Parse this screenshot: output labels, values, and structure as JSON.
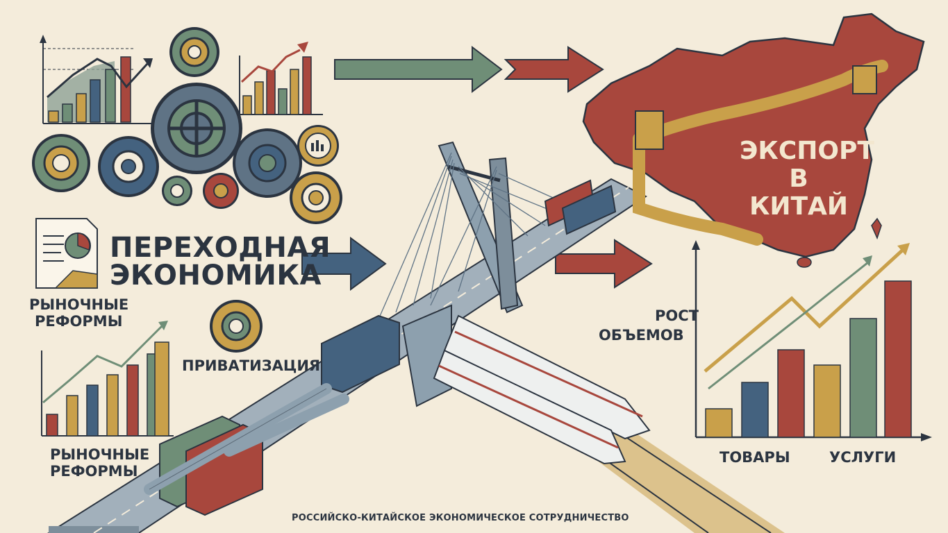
{
  "labels": {
    "transition_line1": "ПЕРЕХОДНАЯ",
    "transition_line2": "ЭКОНОМИКА",
    "market_reforms_top_line1": "РЫНОЧНЫЕ",
    "market_reforms_top_line2": "РЕФОРМЫ",
    "market_reforms_bottom_line1": "РЫНОЧНЫЕ",
    "market_reforms_bottom_line2": "РЕФОРМЫ",
    "privatization": "ПРИВАТИЗАЦИЯ",
    "export_line1": "ЭКСПОРТ",
    "export_line2": "В КИТАЙ",
    "growth_line1": "РОСТ",
    "growth_line2": "ОБЪЕМОВ",
    "goods": "ТОВАРЫ",
    "services": "УСЛУГИ",
    "caption": "РОССИЙСКО-КИТАЙСКОЕ ЭКОНОМИЧЕСКОЕ СОТРУДНИЧЕСТВО"
  },
  "colors": {
    "background": "#f4ecdb",
    "red": "#a8473d",
    "blue": "#44627f",
    "green": "#6f8e77",
    "gold": "#c9a04a",
    "steel": "#5f7385",
    "ink": "#2b3440"
  }
}
